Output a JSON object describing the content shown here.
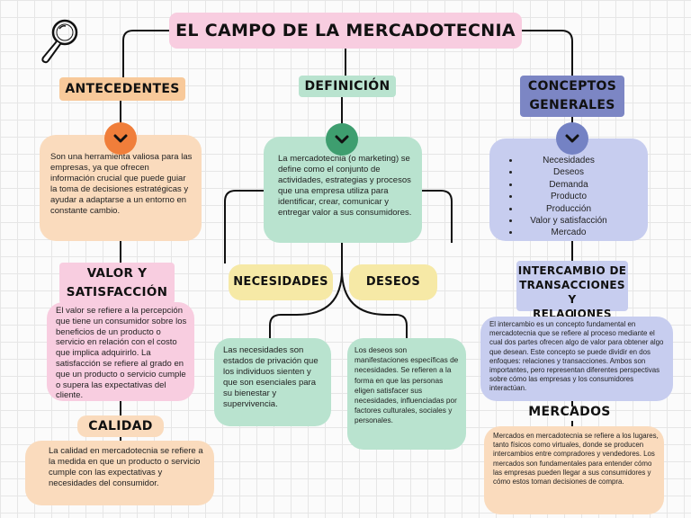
{
  "title": "EL CAMPO DE LA MERCADOTECNIA",
  "colors": {
    "pink": "#f8cde0",
    "orange": "#f8c99a",
    "peach": "#fadbbd",
    "green": "#b9e3cf",
    "blue": "#c7cdef",
    "yellow": "#f6e9a6",
    "circle_orange": "#f07e3a",
    "circle_green": "#3e9e6f",
    "circle_blue": "#7482c4"
  },
  "antecedentes": {
    "label": "ANTECEDENTES",
    "text": "Son una herramienta valiosa para las empresas, ya que ofrecen información crucial que puede guiar la toma de decisiones estratégicas y ayudar a adaptarse a un entorno en constante cambio."
  },
  "valor": {
    "label_line1": "VALOR Y",
    "label_line2": "SATISFACCIÓN",
    "text": "El valor se refiere a la percepción que tiene un consumidor sobre los beneficios de un producto o servicio en relación con el costo que implica adquirirlo. La satisfacción se refiere al grado en que un producto o servicio cumple o supera las expectativas del cliente."
  },
  "calidad": {
    "label": "CALIDAD",
    "text": "La calidad en mercadotecnia se refiere a la medida en que un producto o servicio cumple con las expectativas y necesidades del consumidor."
  },
  "definicion": {
    "label": "DEFINICIÓN",
    "text": "La mercadotecnia (o marketing) se define como el conjunto de actividades, estrategias y procesos que una empresa utiliza para identificar, crear, comunicar y entregar valor a sus consumidores."
  },
  "necesidades": {
    "label": "NECESIDADES",
    "text": "Las necesidades son estados de privación que los individuos sienten y que son esenciales para su bienestar y supervivencia."
  },
  "deseos": {
    "label": "DESEOS",
    "text": "Los deseos son manifestaciones específicas de necesidades. Se refieren a la forma en que las personas eligen satisfacer sus necesidades, influenciadas por factores culturales, sociales y personales."
  },
  "conceptos": {
    "label_line1": "CONCEPTOS",
    "label_line2": "GENERALES",
    "items": [
      "Necesidades",
      "Deseos",
      "Demanda",
      "Producto",
      "Producción",
      "Valor y satisfacción",
      "Mercado"
    ]
  },
  "intercambio": {
    "label_line1": "INTERCAMBIO DE",
    "label_line2": "TRANSACCIONES Y",
    "label_line3": "RELACIONES",
    "text": "El intercambio es un concepto fundamental en mercadotecnia que se refiere al proceso mediante el cual dos partes ofrecen algo de valor para obtener algo que desean. Este concepto se puede dividir en dos enfoques: relaciones y transacciones. Ambos son importantes, pero representan diferentes perspectivas sobre cómo las empresas y los consumidores interactúan."
  },
  "mercados": {
    "label": "MERCADOS",
    "text": "Mercados en mercadotecnia se refiere a los lugares, tanto físicos como virtuales, donde se producen intercambios entre compradores y vendedores. Los mercados son fundamentales para entender cómo las empresas pueden llegar a sus consumidores y cómo estos toman decisiones de compra."
  },
  "icons": [
    "magnifier-icon",
    "chevron-down-icon"
  ]
}
